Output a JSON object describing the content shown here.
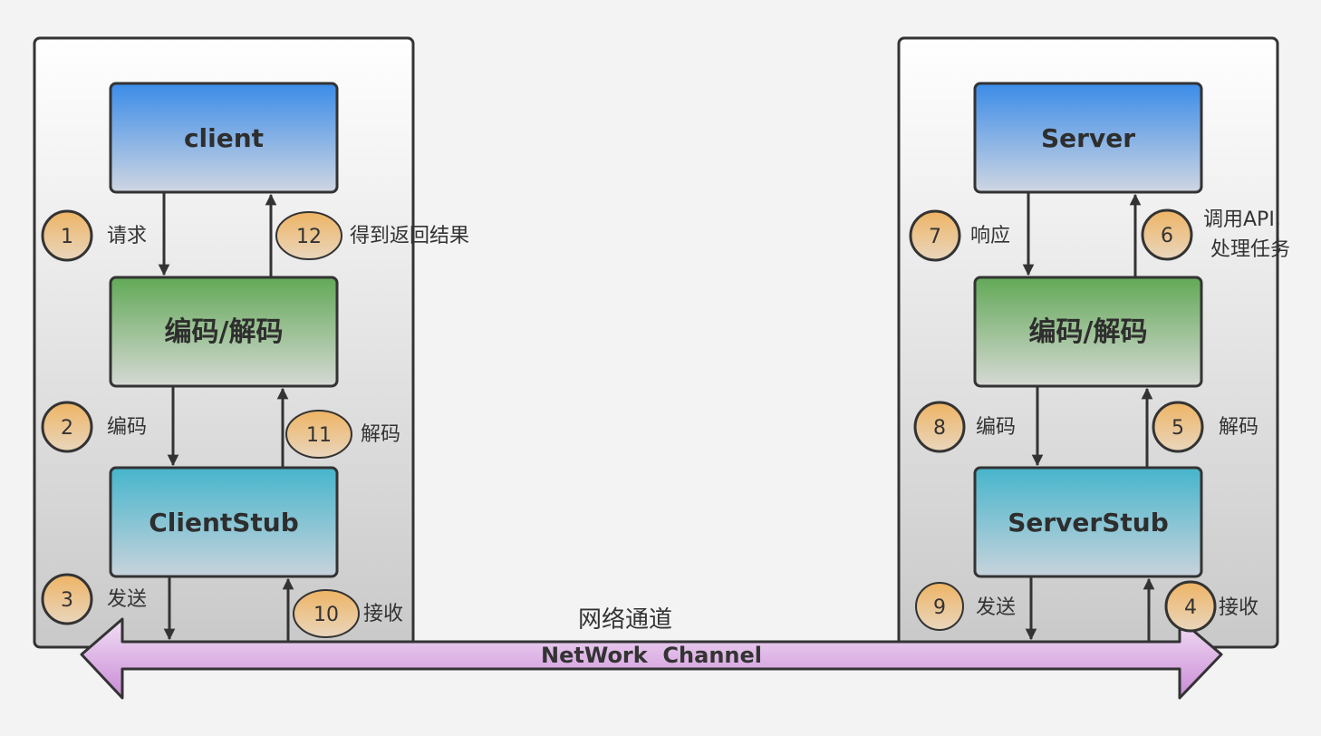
{
  "client_panel": {
    "top_box": "client",
    "middle_box": "编码/解码",
    "bottom_box": "ClientStub",
    "steps": [
      {
        "num": "1",
        "text": "请求"
      },
      {
        "num": "12",
        "text": "得到返回结果"
      },
      {
        "num": "2",
        "text": "编码"
      },
      {
        "num": "11",
        "text": "解码"
      },
      {
        "num": "3",
        "text": "发送"
      },
      {
        "num": "10",
        "text": "接收"
      }
    ]
  },
  "server_panel": {
    "top_box": "Server",
    "middle_box": "编码/解码",
    "bottom_box": "ServerStub",
    "steps": [
      {
        "num": "7",
        "text": "响应"
      },
      {
        "num": "6",
        "text_line1": "调用API,",
        "text_line2": "处理任务"
      },
      {
        "num": "8",
        "text": "编码"
      },
      {
        "num": "5",
        "text": "解码"
      },
      {
        "num": "9",
        "text": "发送"
      },
      {
        "num": "4",
        "text": "接收"
      }
    ]
  },
  "channel": {
    "title": "网络通道",
    "label": "NetWork  Channel"
  },
  "colors": {
    "badge_fill": "#e9b66e",
    "top_box_top": "#3f8fe8",
    "mid_box_top": "#66ab5a",
    "stub_box_top": "#4bb6cc",
    "channel_fill": "#d6a0de",
    "outline": "#333333"
  }
}
